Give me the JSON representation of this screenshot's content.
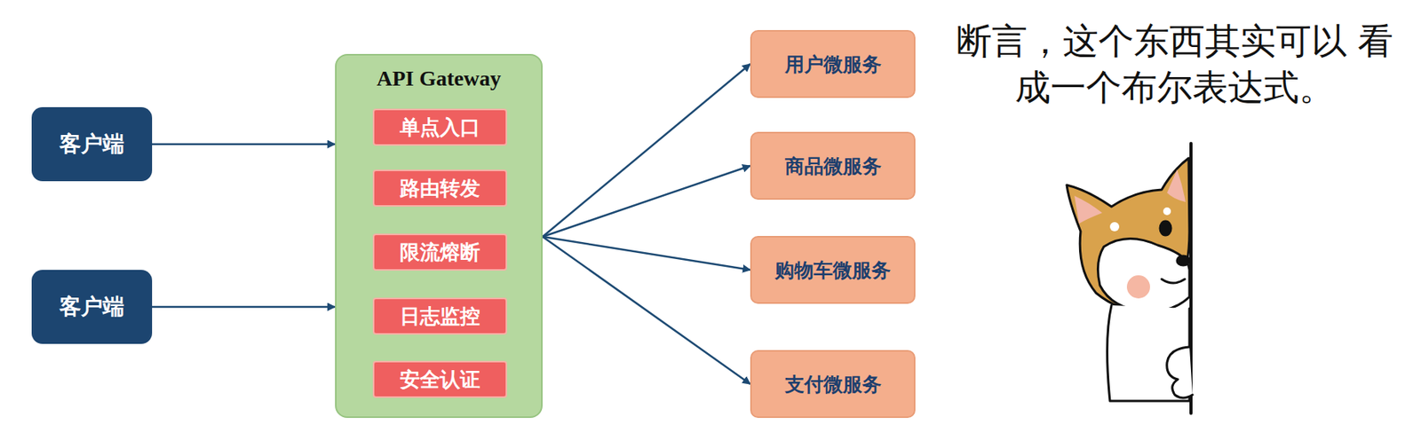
{
  "diagram": {
    "nodes": [
      {
        "text": [
          "客户端"
        ]
      },
      {
        "text": [
          "客户端"
        ]
      },
      {
        "text": [
          "API Gateway"
        ]
      },
      {
        "text": [
          "单点入口"
        ],
        "in": 2
      },
      {
        "text": [
          "路由转发"
        ],
        "in": 2
      },
      {
        "text": [
          "限流熔断"
        ],
        "in": 2
      },
      {
        "text": [
          "日志监控"
        ],
        "in": 2
      },
      {
        "text": [
          "安全认证"
        ],
        "in": 2
      },
      {
        "text": [
          "用户微服务"
        ]
      },
      {
        "text": [
          "商品微服务"
        ]
      },
      {
        "text": [
          "购物车微服务"
        ]
      },
      {
        "text": [
          "支付微服务"
        ]
      }
    ],
    "edges": [
      {
        "from": 0,
        "to": 2,
        "arrow": "to"
      },
      {
        "from": 1,
        "to": 2,
        "arrow": "to"
      },
      {
        "from": 2,
        "to": 8,
        "arrow": "to"
      },
      {
        "from": 2,
        "to": 9,
        "arrow": "to"
      },
      {
        "from": 2,
        "to": 10,
        "arrow": "to"
      },
      {
        "from": 2,
        "to": 11,
        "arrow": "to"
      }
    ],
    "labels": [
      "断言，这个东西其实可以 看成一个布尔表达式。"
    ]
  }
}
